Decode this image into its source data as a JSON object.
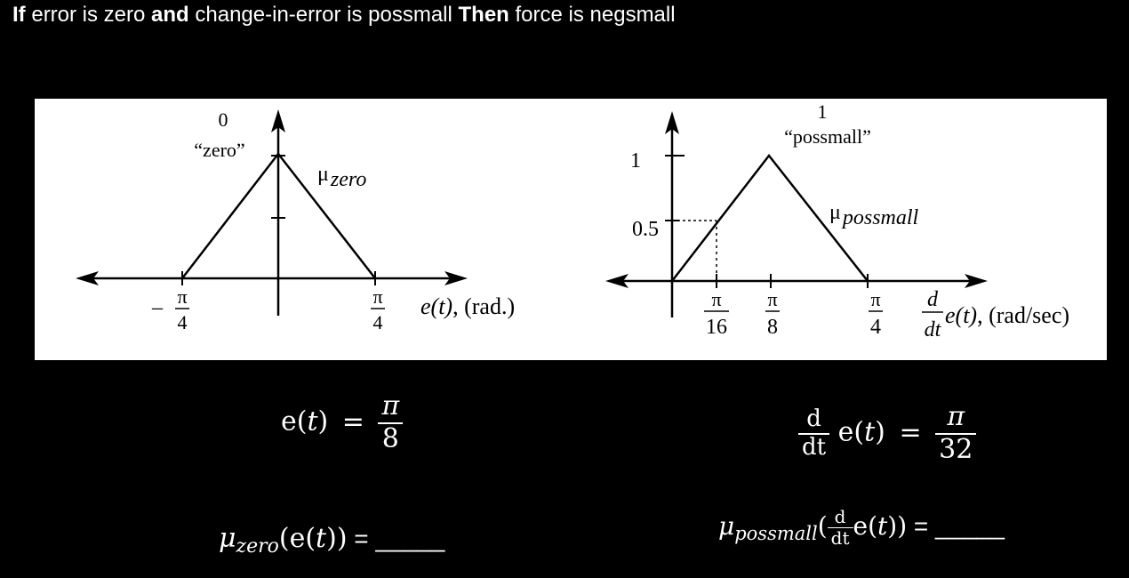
{
  "title": {
    "if": "If",
    "part1": " error is zero ",
    "and": "and",
    "part2": " change-in-error is possmall ",
    "then": "Then",
    "part3": " force is negsmall"
  },
  "left_plot": {
    "peak_value": "0",
    "set_name": "“zero”",
    "mu_symbol": "μ",
    "mu_subscript": "zero",
    "neg_sign": "–",
    "tick_left_num": "π",
    "tick_left_den": "4",
    "tick_right_num": "π",
    "tick_right_den": "4",
    "axis_label": "e(t)",
    "axis_unit": ", (rad.)"
  },
  "right_plot": {
    "peak_value": "1",
    "set_name": "“possmall”",
    "mu_symbol": "μ",
    "mu_subscript": "possmall",
    "y_tick_1": "1",
    "y_tick_05": "0.5",
    "tick_a_num": "π",
    "tick_a_den": "16",
    "tick_b_num": "π",
    "tick_b_den": "8",
    "tick_c_num": "π",
    "tick_c_den": "4",
    "axis_d_num": "d",
    "axis_d_den": "dt",
    "axis_label": "e(t)",
    "axis_unit": ", (rad/sec)"
  },
  "eq_error": {
    "lhs_e": "e(",
    "lhs_t": "t",
    "lhs_close": ")",
    "equals": "=",
    "num": "π",
    "den": "8"
  },
  "eq_derivative": {
    "d_num": "d",
    "d_den": "dt",
    "lhs_e": "e(",
    "lhs_t": "t",
    "lhs_close": ")",
    "equals": "=",
    "num": "π",
    "den": "32"
  },
  "q_zero": {
    "mu": "μ",
    "subscript": "zero",
    "arg_open": "(e(",
    "arg_t": "t",
    "arg_close": "))",
    "equals_blank": " = _____"
  },
  "q_possmall": {
    "mu": "μ",
    "subscript": "possmall",
    "paren_open": "(",
    "d_num": "d",
    "d_den": "dt",
    "arg_e": "e(",
    "arg_t": "t",
    "arg_close": "))",
    "equals_blank": " = _____"
  }
}
